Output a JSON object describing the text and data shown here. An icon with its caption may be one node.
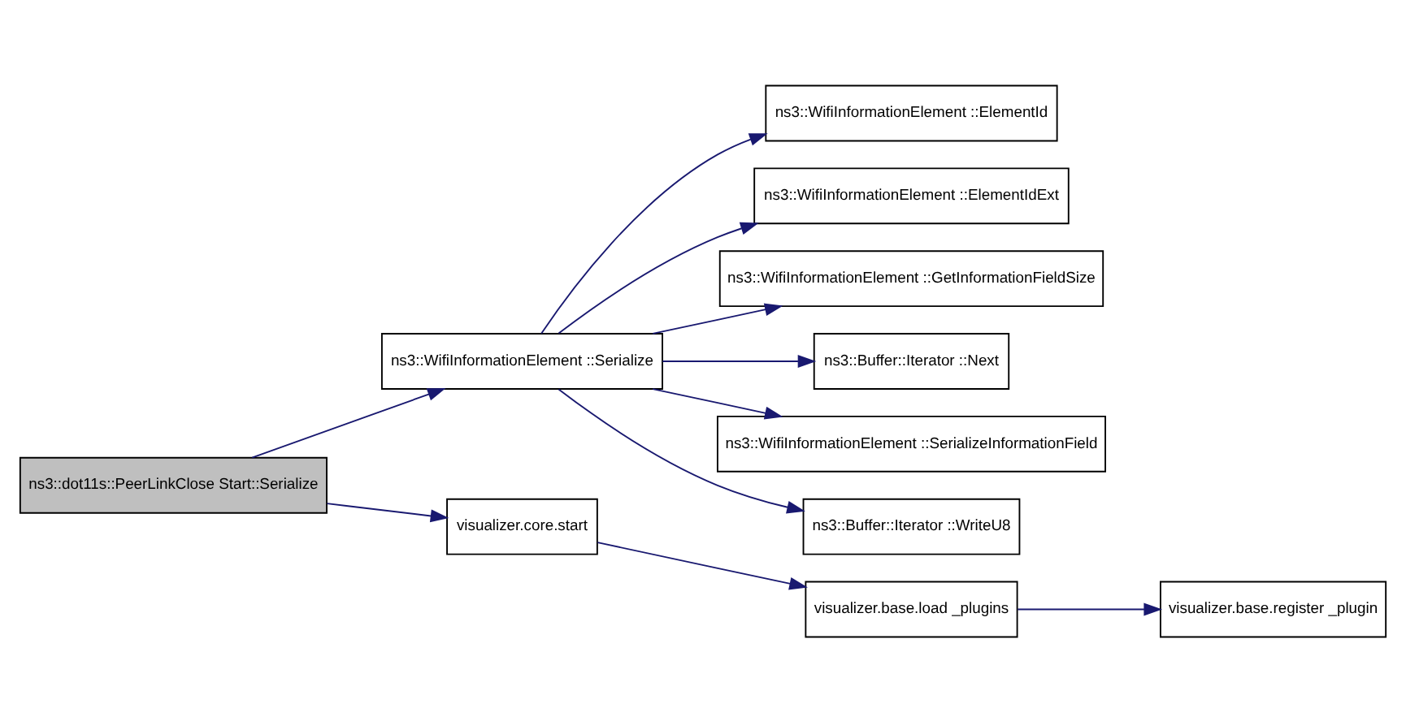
{
  "diagram": {
    "nodes": [
      {
        "text": [
          "ns3::dot11s::PeerLinkClose Start::Serialize"
        ]
      },
      {
        "text": [
          "ns3::WifiInformationElement ::Serialize"
        ]
      },
      {
        "text": [
          "visualizer.core.start"
        ]
      },
      {
        "text": [
          "ns3::WifiInformationElement ::ElementId"
        ]
      },
      {
        "text": [
          "ns3::WifiInformationElement ::ElementIdExt"
        ]
      },
      {
        "text": [
          "ns3::WifiInformationElement ::GetInformationFieldSize"
        ]
      },
      {
        "text": [
          "ns3::Buffer::Iterator ::Next"
        ]
      },
      {
        "text": [
          "ns3::WifiInformationElement ::SerializeInformationField"
        ]
      },
      {
        "text": [
          "ns3::Buffer::Iterator ::WriteU8"
        ]
      },
      {
        "text": [
          "visualizer.base.load _plugins"
        ]
      },
      {
        "text": [
          "visualizer.base.register _plugin"
        ]
      }
    ],
    "edges": [
      {
        "from": 0,
        "to": 1,
        "arrow": "to"
      },
      {
        "from": 0,
        "to": 2,
        "arrow": "to"
      },
      {
        "from": 1,
        "to": 3,
        "arrow": "to"
      },
      {
        "from": 1,
        "to": 4,
        "arrow": "to"
      },
      {
        "from": 1,
        "to": 5,
        "arrow": "to"
      },
      {
        "from": 1,
        "to": 6,
        "arrow": "to"
      },
      {
        "from": 1,
        "to": 7,
        "arrow": "to"
      },
      {
        "from": 1,
        "to": 8,
        "arrow": "to"
      },
      {
        "from": 2,
        "to": 9,
        "arrow": "to"
      },
      {
        "from": 9,
        "to": 10,
        "arrow": "to"
      }
    ]
  }
}
